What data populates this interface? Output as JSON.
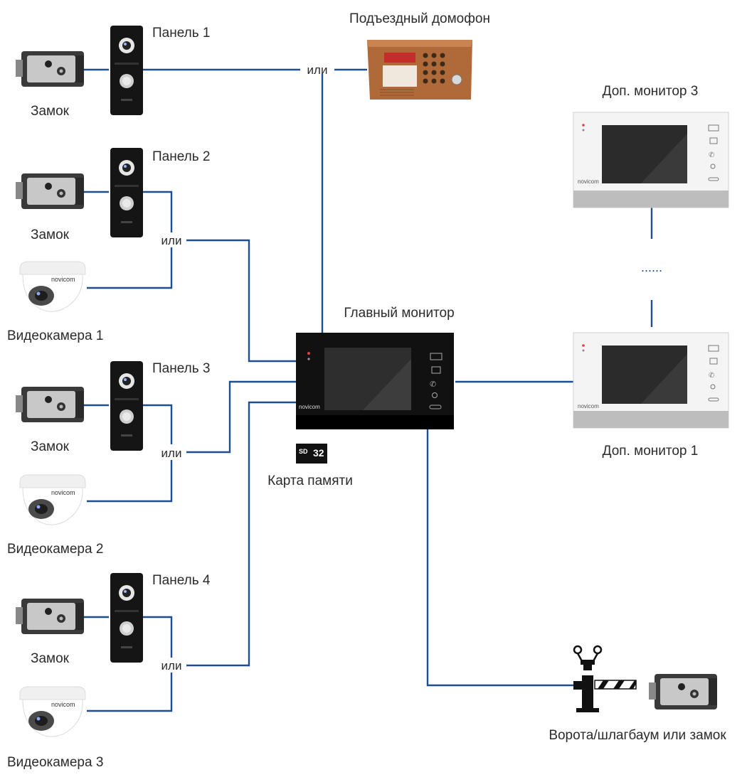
{
  "labels": {
    "panel_1": "Панель 1",
    "panel_2": "Панель 2",
    "panel_3": "Панель 3",
    "panel_4": "Панель 4",
    "lock": "Замок",
    "camera_1": "Видеокамера 1",
    "camera_2": "Видеокамера 2",
    "camera_3": "Видеокамера 3",
    "entrance_intercom": "Подъездный домофон",
    "main_monitor": "Главный монитор",
    "extra_monitor_3": "Доп. монитор 3",
    "extra_monitor_1": "Доп. монитор 1",
    "memory_card": "Карта памяти",
    "gate": "Ворота/шлагбаум или замок",
    "or": "или",
    "ellipsis": "......",
    "brand": "novicom",
    "sd_capacity": "32"
  },
  "colors": {
    "wire": "#1f4e8c",
    "monitor_main": "#111111",
    "monitor_extra": "#f2f2f2",
    "panel": "#151515",
    "intercom": "#b06a3a"
  },
  "icons": {
    "lock": "lock-icon",
    "panel": "doorbell-panel-icon",
    "camera": "dome-camera-icon",
    "monitor": "monitor-icon",
    "intercom": "intercom-icon",
    "sd": "sd-card-icon",
    "barrier": "barrier-icon"
  }
}
